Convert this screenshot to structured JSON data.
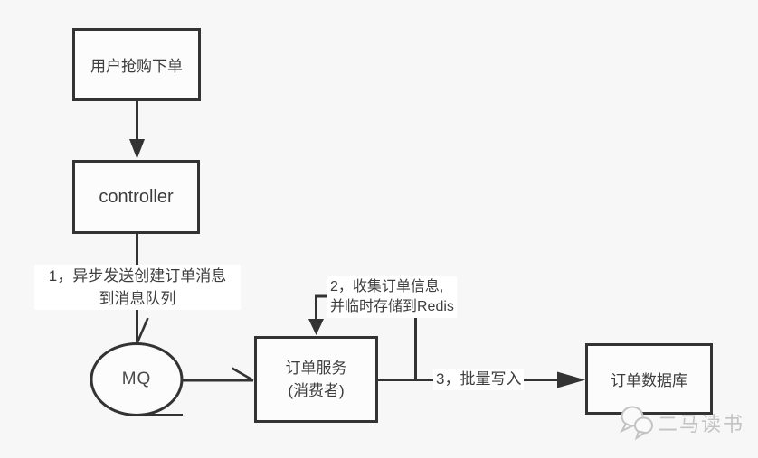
{
  "colors": {
    "background": "#f7f7f7",
    "node-fill": "#fcfcfc",
    "stroke": "#333333",
    "text": "#3d3d3d",
    "watermark": "#c3c3c3"
  },
  "nodes": {
    "user_order": {
      "label": "用户抢购下单"
    },
    "controller": {
      "label": "controller"
    },
    "mq": {
      "label": "MQ"
    },
    "order_service": {
      "line1": "订单服务",
      "line2": "(消费者)"
    },
    "order_db": {
      "label": "订单数据库"
    }
  },
  "edges": {
    "step1": {
      "line1": "1，异步发送创建订单消息",
      "line2": "到消息队列"
    },
    "step2": {
      "line1": "2，收集订单信息,",
      "line2": "并临时存储到Redis"
    },
    "step3": {
      "label": "3，批量写入"
    }
  },
  "watermark": {
    "text": "二马读书"
  }
}
